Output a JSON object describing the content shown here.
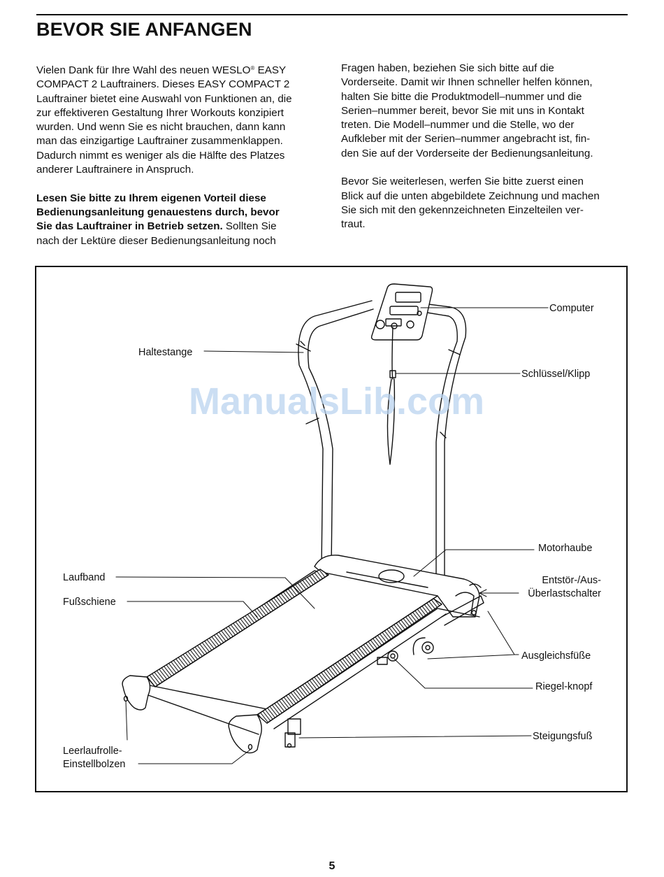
{
  "heading": "BEVOR SIE ANFANGEN",
  "intro": {
    "lines": [
      "Vielen Dank für Ihre Wahl des neuen WESLO",
      "COMPACT 2 Lauftrainers. Dieses EASY COMPACT 2",
      "Lauftrainer bietet eine Auswahl von Funktionen an, die",
      "zur effektiveren Gestaltung Ihrer Workouts konzipiert",
      "wurden. Und wenn Sie es nicht brauchen, dann kann",
      "man das einzigartige Lauftrainer zusammenklappen.",
      "Dadurch nimmt es weniger als die Hälfte des Platzes",
      "anderer Lauftrainere in Anspruch."
    ],
    "registered_mark": "®",
    "line1_tail": " EASY"
  },
  "warning": {
    "bold_lines": [
      "Lesen Sie bitte zu Ihrem eigenen Vorteil diese",
      "Bedienungsanleitung genauestens durch, bevor",
      "Sie das Lauftrainer in Betrieb setzen."
    ],
    "line3_tail": " Sollten Sie",
    "line4": "nach der Lektüre dieser Bedienungsanleitung noch"
  },
  "right_para1": [
    "Fragen haben, beziehen Sie sich bitte auf die",
    "Vorderseite. Damit wir Ihnen schneller helfen können,",
    "halten Sie bitte die Produktmodell–nummer und die",
    "Serien–nummer bereit, bevor Sie mit uns in Kontakt",
    "treten. Die Modell–nummer und die Stelle, wo der",
    "Aufkleber mit der Serien–nummer angebracht ist, fin-",
    "den Sie auf der Vorderseite der Bedienungsanleitung."
  ],
  "right_para2": [
    "Bevor Sie weiterlesen, werfen Sie bitte zuerst einen",
    "Blick auf die unten abgebildete Zeichnung und machen",
    "Sie sich mit den gekennzeichneten Einzelteilen ver-",
    "traut."
  ],
  "labels": {
    "computer": "Computer",
    "haltestange": "Haltestange",
    "schluessel": "Schlüssel/Klipp",
    "motorhaube": "Motorhaube",
    "laufband": "Laufband",
    "fussschiene": "Fußschiene",
    "entstoer_1": "Entstör-/Aus-",
    "entstoer_2": "Überlastschalter",
    "ausgleichsfuesse": "Ausgleichsfüße",
    "riegelknopf": "Riegel-knopf",
    "steigungsfuss": "Steigungsfuß",
    "leerlauf_1": "Leerlaufrolle-",
    "leerlauf_2": "Einstellbolzen"
  },
  "watermark": "ManualsLib.com",
  "page_number": "5"
}
